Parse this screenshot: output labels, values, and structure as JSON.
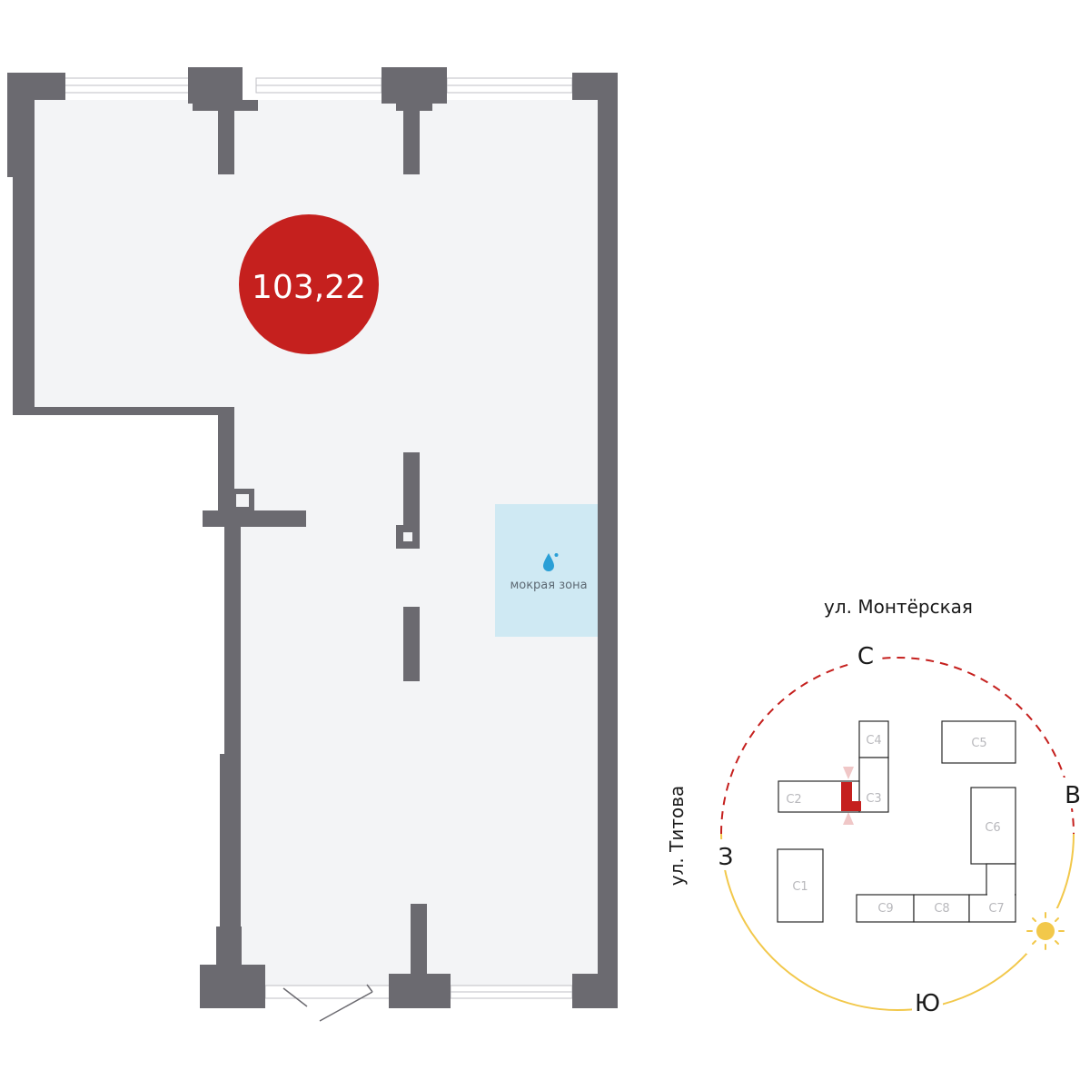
{
  "plan": {
    "area": "103,22",
    "wet_zone_label": "мокрая зона",
    "icon": "water-drop-icon"
  },
  "situation": {
    "street_north": "ул. Монтёрская",
    "street_west": "ул. Титова",
    "compass": {
      "north": "С",
      "east": "В",
      "south": "Ю",
      "west": "З"
    },
    "buildings": [
      "С1",
      "С2",
      "С3",
      "С4",
      "С5",
      "С6",
      "С7",
      "С8",
      "С9"
    ],
    "sun_icon": "sun-icon"
  },
  "colors": {
    "wall": "#6b6a70",
    "floor": "#f3f4f6",
    "accent": "#c5201e",
    "wet_zone": "#cfe9f3",
    "drop": "#2a9fd6",
    "sun": "#f2c84b"
  }
}
